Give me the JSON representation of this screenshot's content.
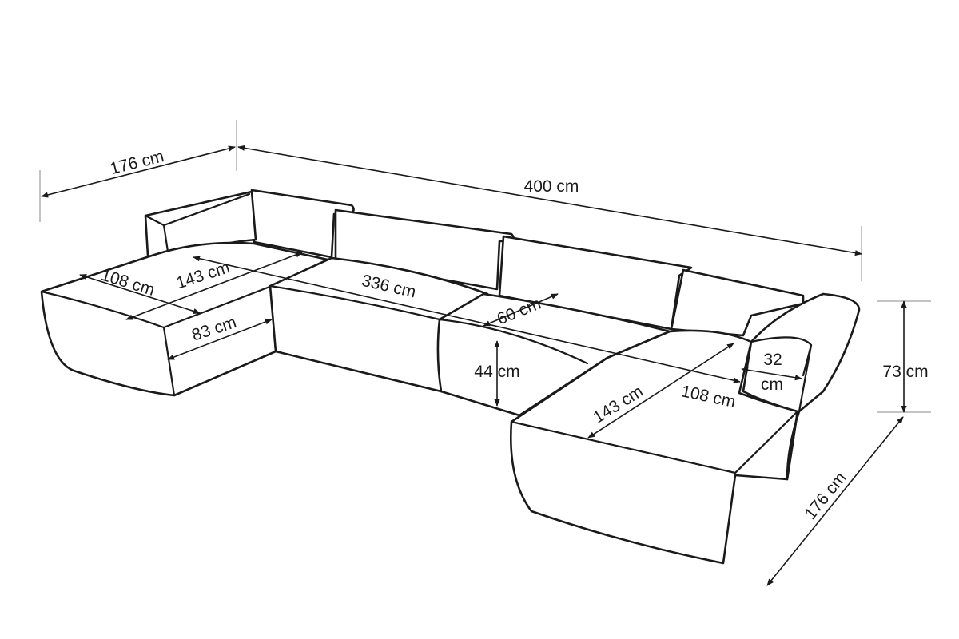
{
  "diagram": {
    "colors": {
      "line": "#1a1a1a",
      "extension": "#8a8a8a",
      "background": "#ffffff"
    },
    "labels": {
      "left_depth": "176 cm",
      "total_width": "400 cm",
      "left_seat_depth": "108 cm",
      "left_seat_length": "143 cm",
      "left_seat_width": "83 cm",
      "seat_span": "336 cm",
      "back_cushion": "60 cm",
      "seat_height": "44 cm",
      "right_seat_length": "143 cm",
      "right_seat_depth": "108 cm",
      "arm_width_value": "32",
      "arm_width_unit": "cm",
      "total_height": "73 cm",
      "right_depth": "176 cm"
    }
  }
}
